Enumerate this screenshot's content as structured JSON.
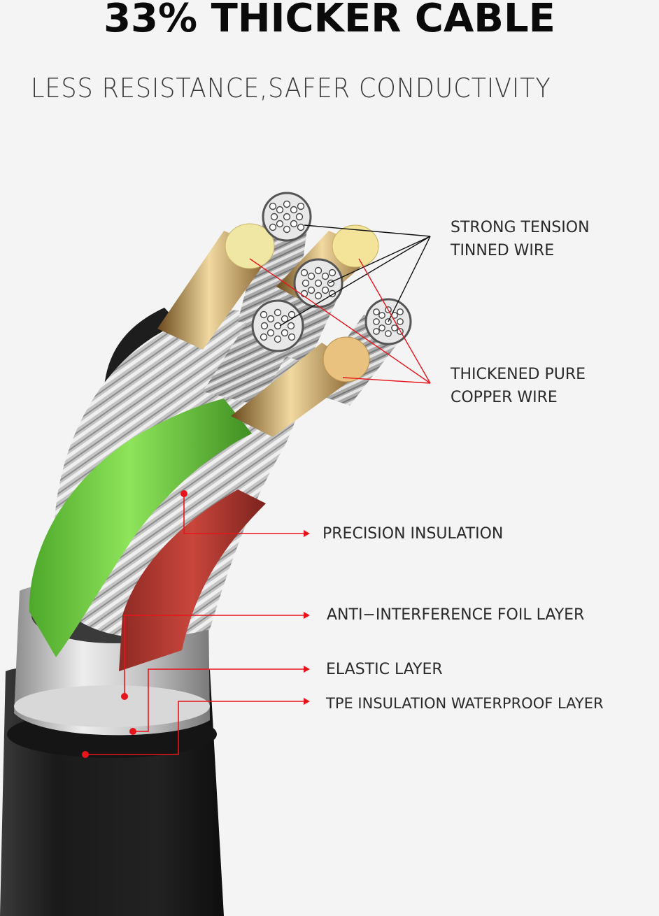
{
  "headline": "33% THICKER CABLE",
  "subline": "LESS RESISTANCE,SAFER CONDUCTIVITY",
  "callouts": {
    "tinned_line1": "STRONG TENSION",
    "tinned_line2": "TINNED WIRE",
    "copper_line1": "THICKENED PURE",
    "copper_line2": "COPPER WIRE",
    "precision": "PRECISION INSULATION",
    "foil": "ANTI−INTERFERENCE FOIL LAYER",
    "elastic": "ELASTIC LAYER",
    "tpe": "TPE INSULATION WATERPROOF LAYER"
  },
  "colors": {
    "background": "#f4f4f4",
    "jacket": "#1c1c1c",
    "foil": "#cfcfcf",
    "green_insulation": "#6fc93e",
    "red_insulation": "#b23a32",
    "copper": "#c9a25a",
    "callout_red": "#e8141c",
    "callout_black": "#111111"
  }
}
